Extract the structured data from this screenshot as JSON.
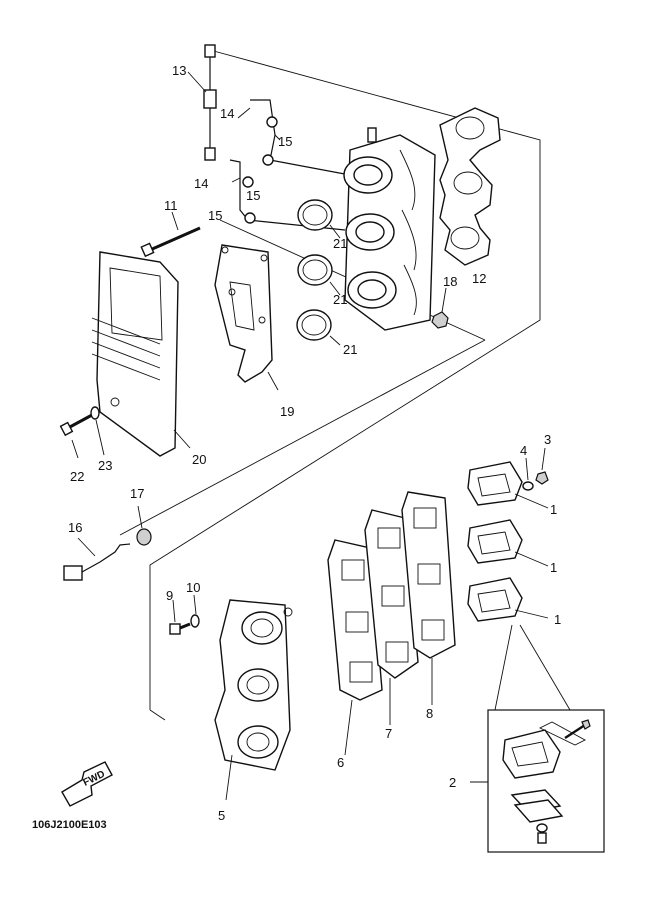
{
  "diagram_code": "106J2100E103",
  "fwd_label": "FWD",
  "callouts": [
    {
      "id": "c1a",
      "text": "1"
    },
    {
      "id": "c1b",
      "text": "1"
    },
    {
      "id": "c1c",
      "text": "1"
    },
    {
      "id": "c2",
      "text": "2"
    },
    {
      "id": "c3",
      "text": "3"
    },
    {
      "id": "c4",
      "text": "4"
    },
    {
      "id": "c5",
      "text": "5"
    },
    {
      "id": "c6",
      "text": "6"
    },
    {
      "id": "c7",
      "text": "7"
    },
    {
      "id": "c8",
      "text": "8"
    },
    {
      "id": "c9",
      "text": "9"
    },
    {
      "id": "c10",
      "text": "10"
    },
    {
      "id": "c11",
      "text": "11"
    },
    {
      "id": "c12",
      "text": "12"
    },
    {
      "id": "c13",
      "text": "13"
    },
    {
      "id": "c14a",
      "text": "14"
    },
    {
      "id": "c14b",
      "text": "14"
    },
    {
      "id": "c15a",
      "text": "15"
    },
    {
      "id": "c15b",
      "text": "15"
    },
    {
      "id": "c15c",
      "text": "15"
    },
    {
      "id": "c16",
      "text": "16"
    },
    {
      "id": "c17",
      "text": "17"
    },
    {
      "id": "c18",
      "text": "18"
    },
    {
      "id": "c19",
      "text": "19"
    },
    {
      "id": "c20",
      "text": "20"
    },
    {
      "id": "c21a",
      "text": "21"
    },
    {
      "id": "c21b",
      "text": "21"
    },
    {
      "id": "c21c",
      "text": "21"
    },
    {
      "id": "c22",
      "text": "22"
    },
    {
      "id": "c23",
      "text": "23"
    }
  ]
}
